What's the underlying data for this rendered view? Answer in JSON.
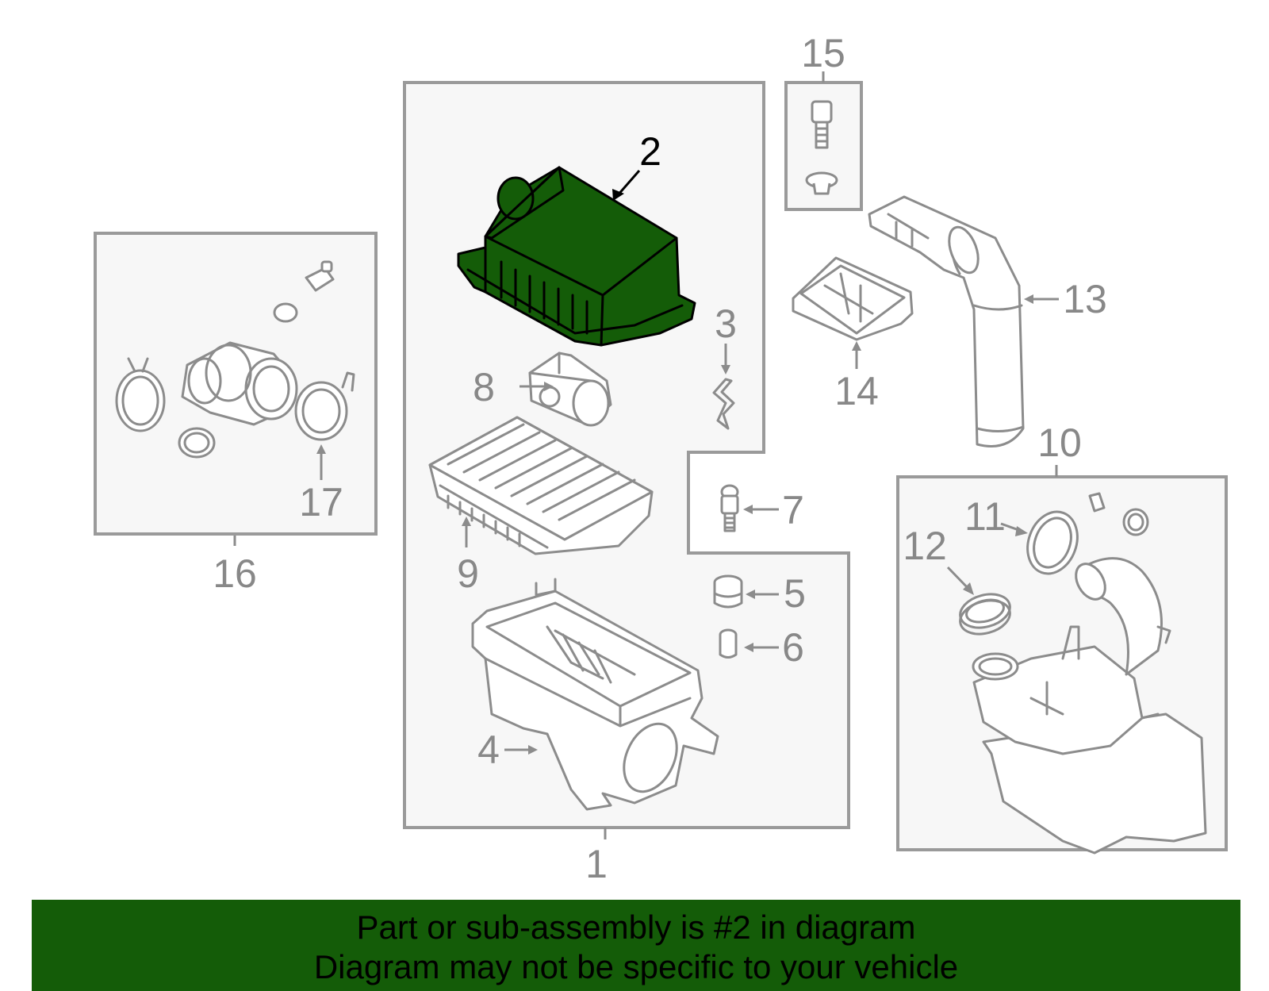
{
  "diagram": {
    "highlight_color": "#145c08",
    "highlighted_part": "2",
    "callouts": {
      "c1": "1",
      "c2": "2",
      "c3": "3",
      "c4": "4",
      "c5": "5",
      "c6": "6",
      "c7": "7",
      "c8": "8",
      "c9": "9",
      "c10": "10",
      "c11": "11",
      "c12": "12",
      "c13": "13",
      "c14": "14",
      "c15": "15",
      "c16": "16",
      "c17": "17"
    }
  },
  "banner": {
    "line1": "Part or sub-assembly is #2 in diagram",
    "line2": "Diagram may not be specific to your vehicle"
  }
}
